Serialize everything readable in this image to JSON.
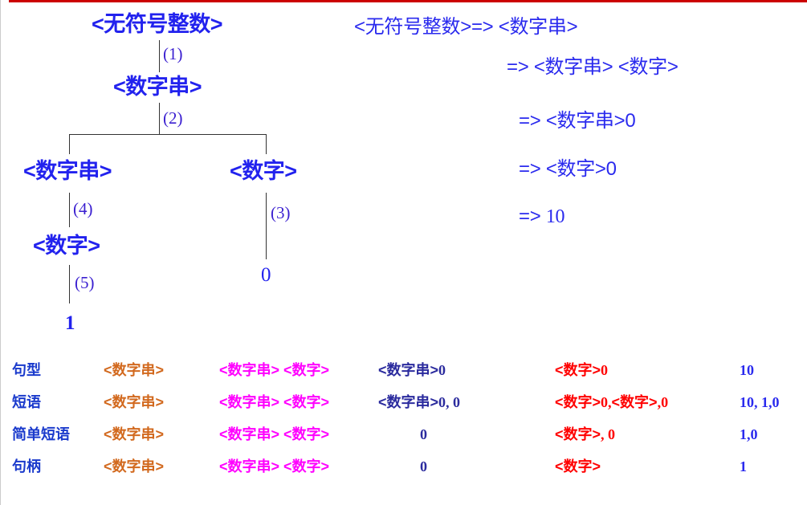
{
  "meta": {
    "top_rule_color": "#cc0000",
    "background": "#ffffff"
  },
  "parse_tree": {
    "title": "parse-tree",
    "nodes": [
      {
        "id": "root",
        "label": "<无符号整数>"
      },
      {
        "id": "n2",
        "label": "<数字串>"
      },
      {
        "id": "n3left",
        "label": "<数字串>"
      },
      {
        "id": "n3right",
        "label": "<数字>"
      },
      {
        "id": "n4",
        "label": "<数字>"
      },
      {
        "id": "leaf0",
        "label": "0"
      },
      {
        "id": "leaf1",
        "label": "1"
      }
    ],
    "edge_labels": [
      {
        "id": "e1",
        "label": "(1)"
      },
      {
        "id": "e2",
        "label": "(2)"
      },
      {
        "id": "e3",
        "label": "(3)"
      },
      {
        "id": "e4",
        "label": "(4)"
      },
      {
        "id": "e5",
        "label": "(5)"
      }
    ]
  },
  "derivation": {
    "lines": [
      {
        "lhs": "<无符号整数>",
        "arrow": "=>",
        "rhs": "<数字串>"
      },
      {
        "lhs": "",
        "arrow": "=>",
        "rhs": "<数字串> <数字>"
      },
      {
        "lhs": "",
        "arrow": "=>",
        "rhs": "<数字串>0"
      },
      {
        "lhs": "",
        "arrow": "=>",
        "rhs": "<数字>0"
      },
      {
        "lhs": "",
        "arrow": "=>",
        "rhs": "10"
      }
    ]
  },
  "table": {
    "rows": [
      {
        "label": "句型",
        "c2": "<数字串>",
        "c3": "<数字串> <数字>",
        "c4_nt": "<数字串>",
        "c4_num": "0",
        "c5_nt": "<数字>",
        "c5_num": "0",
        "c5_extra": "",
        "c6": "10"
      },
      {
        "label": "短语",
        "c2": "<数字串>",
        "c3": "<数字串> <数字>",
        "c4_nt": "<数字串>",
        "c4_num": "0,  0",
        "c5_nt": "<数字>",
        "c5_num": "0,",
        "c5_extra": "<数字>",
        "c5_tail": ",0",
        "c6": "10, 1,0"
      },
      {
        "label": "简单短语",
        "c2": "<数字串>",
        "c3": "<数字串> <数字>",
        "c4_nt": "",
        "c4_num": "0",
        "c5_nt": "<数字>",
        "c5_num": ",  0",
        "c5_extra": "",
        "c6": "1,0"
      },
      {
        "label": "句柄",
        "c2": "<数字串>",
        "c3": "<数字串> <数字>",
        "c4_nt": "",
        "c4_num": "0",
        "c5_nt": "<数字>",
        "c5_num": "",
        "c5_extra": "",
        "c6": "1"
      }
    ]
  }
}
